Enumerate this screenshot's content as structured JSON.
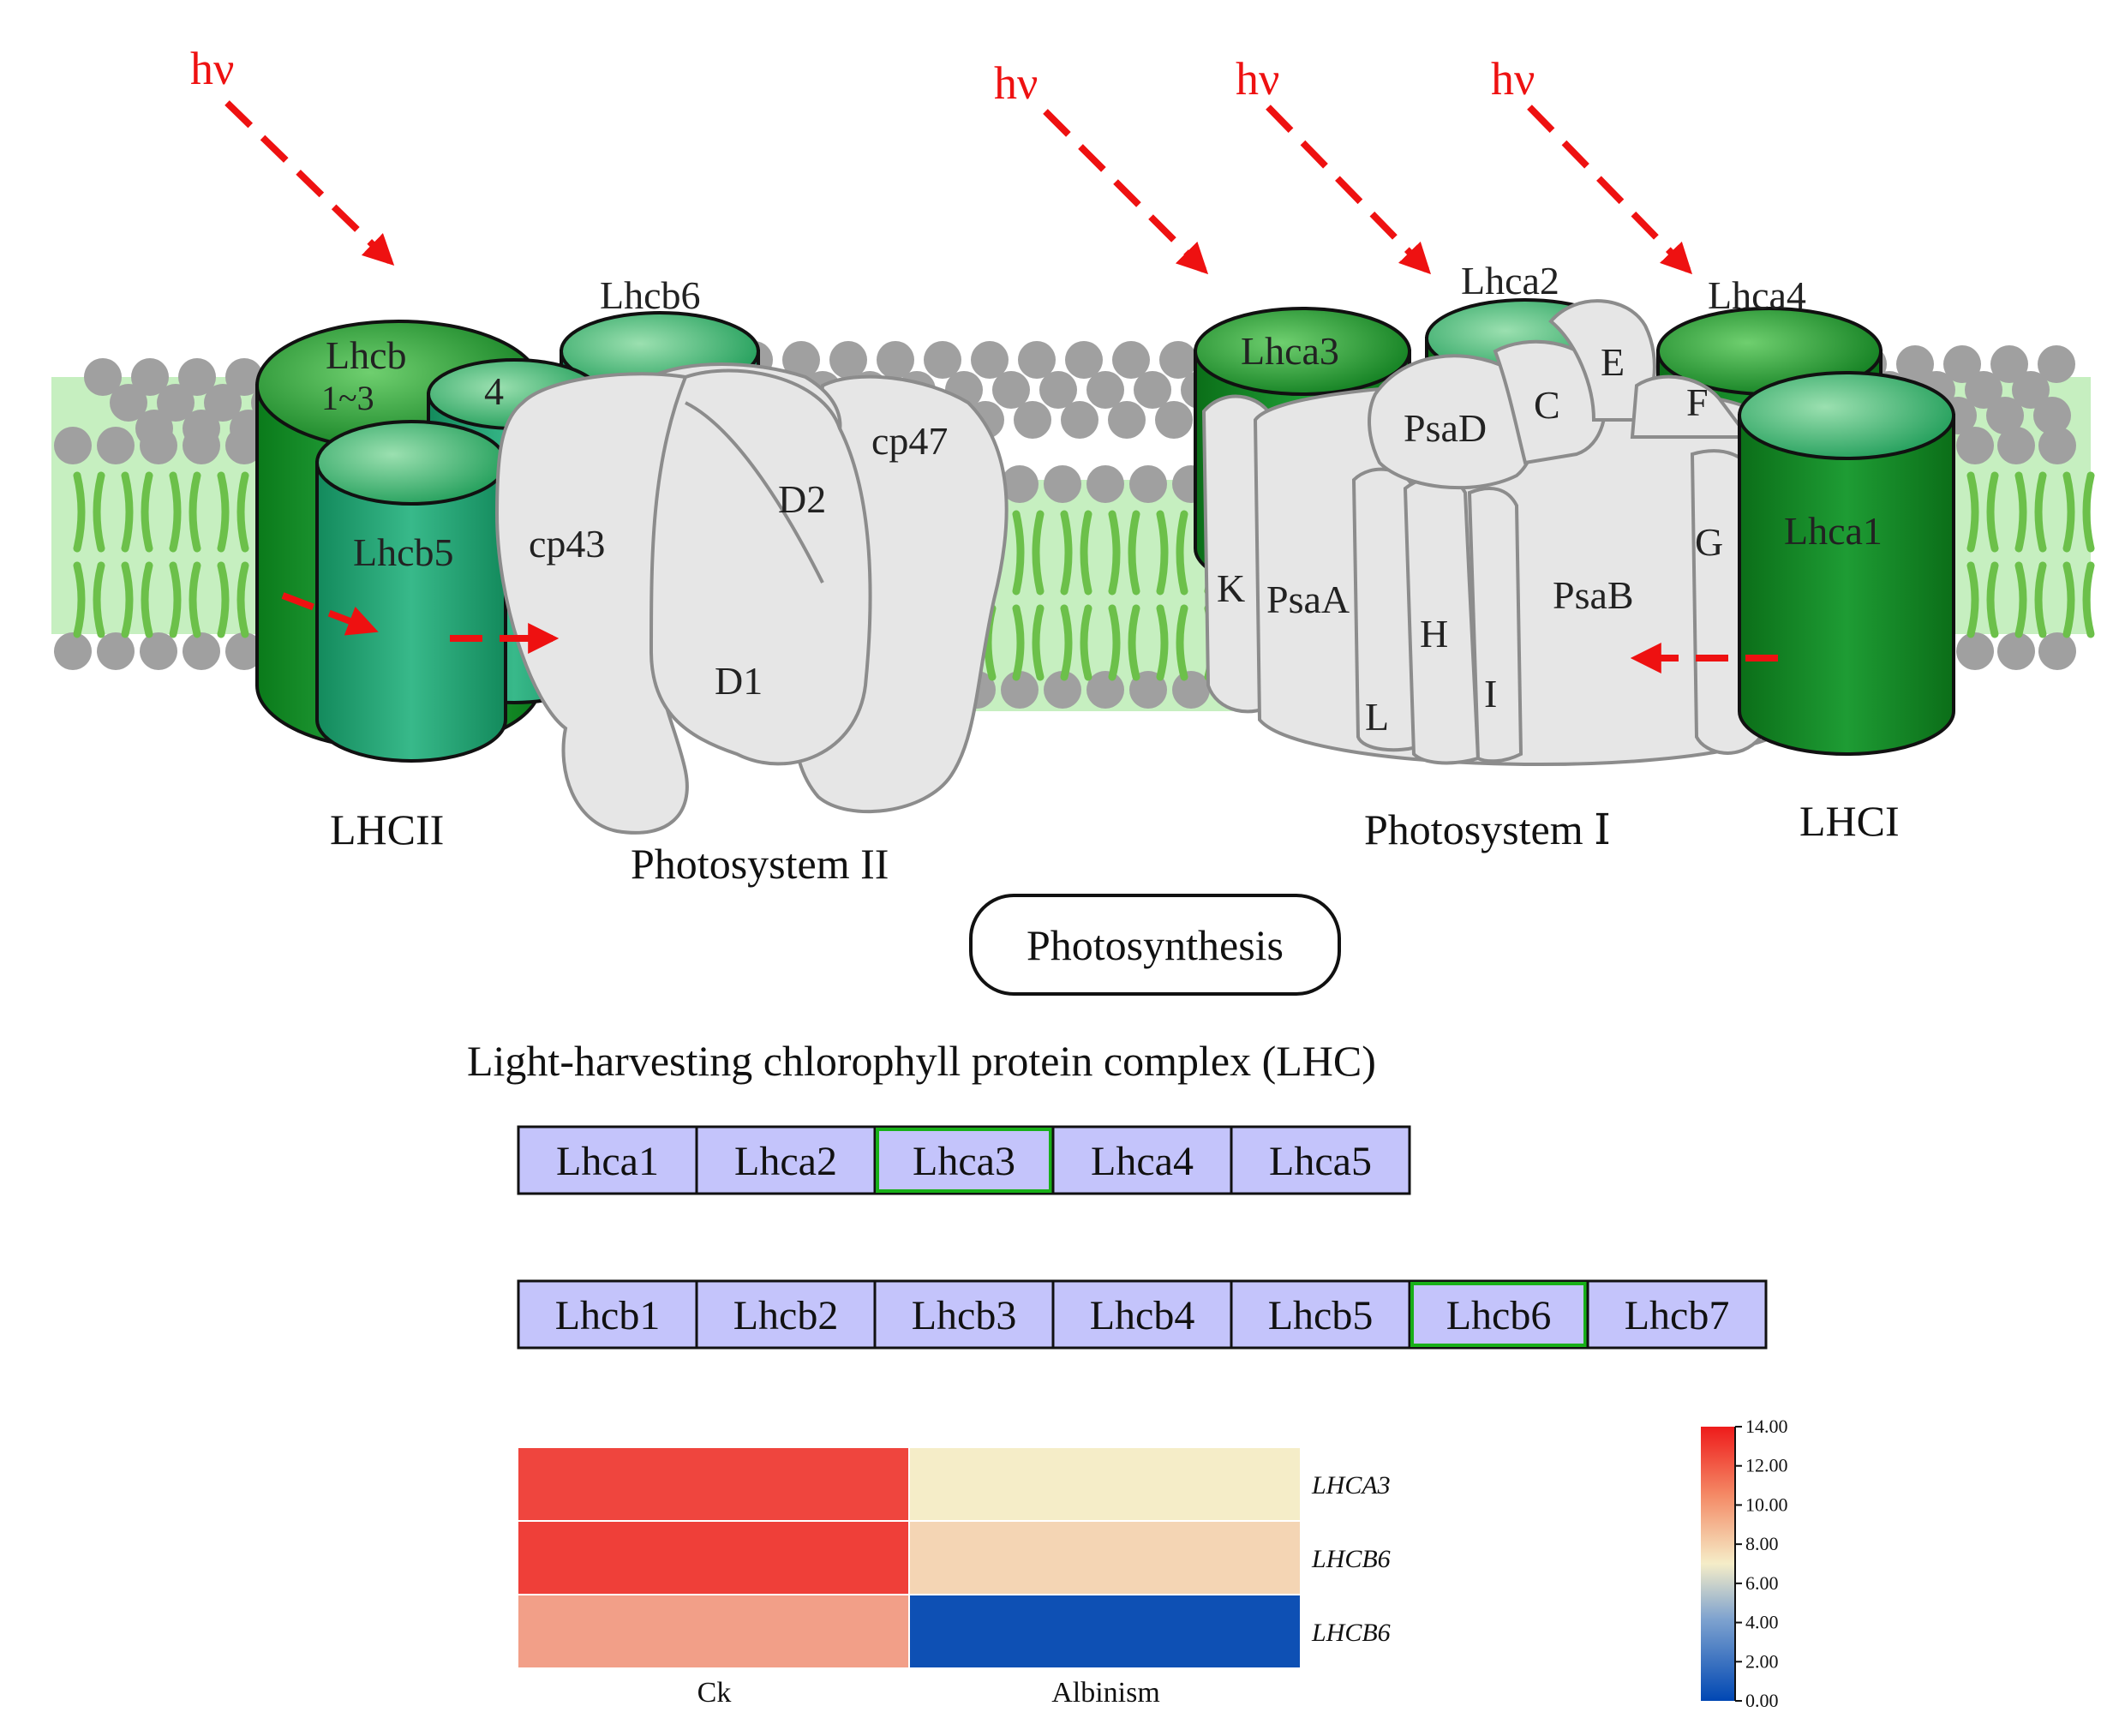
{
  "light": {
    "hv": "hν"
  },
  "labels": {
    "lhcb1_3_a": "Lhcb",
    "lhcb1_3_b": "1~3",
    "lhcb4": "4",
    "lhcb5": "Lhcb5",
    "lhcb6": "Lhcb6",
    "cp43": "cp43",
    "cp47": "cp47",
    "d1": "D1",
    "d2": "D2",
    "lhcii": "LHCII",
    "ps2": "Photosystem II",
    "lhca1": "Lhca1",
    "lhca2": "Lhca2",
    "lhca3": "Lhca3",
    "lhca4": "Lhca4",
    "psaA": "PsaA",
    "psaB": "PsaB",
    "psaD": "PsaD",
    "C": "C",
    "E": "E",
    "F": "F",
    "G": "G",
    "H": "H",
    "I": "I",
    "K": "K",
    "L": "L",
    "ps1": "Photosystem Ⅰ",
    "lhci": "LHCI"
  },
  "pathway": {
    "title": "Photosynthesis"
  },
  "lhc": {
    "title": "Light-harvesting chlorophyll protein complex (LHC)",
    "row_a": [
      "Lhca1",
      "Lhca2",
      "Lhca3",
      "Lhca4",
      "Lhca5"
    ],
    "row_a_highlight": [
      2
    ],
    "row_b": [
      "Lhcb1",
      "Lhcb2",
      "Lhcb3",
      "Lhcb4",
      "Lhcb5",
      "Lhcb6",
      "Lhcb7"
    ],
    "row_b_highlight": [
      5
    ]
  },
  "colors": {
    "box_fill": "#c4c4fb",
    "highlight": "#18b018",
    "arrow": "#ee1111",
    "green_dark": "#0f7a1e",
    "green_mid": "#1aa33a",
    "green_teal": "#1b9e78"
  },
  "chart_data": {
    "type": "heatmap",
    "columns": [
      "Ck",
      "Albinism"
    ],
    "rows": [
      "LHCA3",
      "LHCB6",
      "LHCB6"
    ],
    "values": [
      [
        12.6,
        7.0
      ],
      [
        12.8,
        7.8
      ],
      [
        9.6,
        0.4
      ]
    ],
    "scale": {
      "min": 0,
      "max": 14,
      "colors": [
        "#0047b3",
        "#f5edc8",
        "#ee1b1b"
      ]
    },
    "colorbar_ticks": [
      "14.00",
      "12.00",
      "10.00",
      "8.00",
      "6.00",
      "4.00",
      "2.00",
      "0.00"
    ]
  }
}
